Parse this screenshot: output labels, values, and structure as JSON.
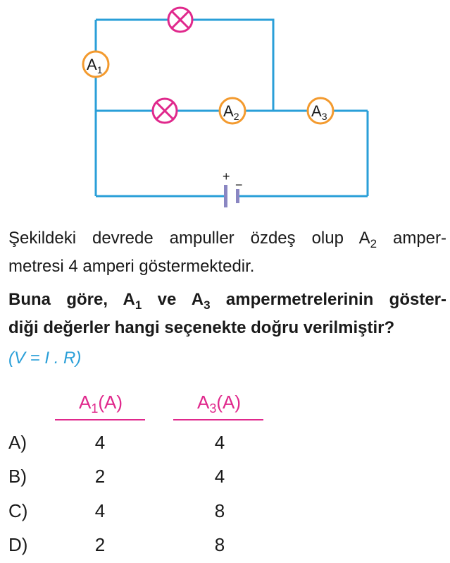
{
  "circuit": {
    "ammeters": [
      {
        "id": "A1",
        "letter": "A",
        "sub": "1"
      },
      {
        "id": "A2",
        "letter": "A",
        "sub": "2"
      },
      {
        "id": "A3",
        "letter": "A",
        "sub": "3"
      }
    ],
    "battery": {
      "plus_sign": "+",
      "minus_sign": "−"
    },
    "colors": {
      "wire": "#2a9fd8",
      "bulb": "#e0288c",
      "ammeter": "#f39a2e"
    }
  },
  "intro": {
    "line1_before": "Şekildeki devrede ampuller özdeş olup ",
    "meter_letter": "A",
    "meter_sub": "2",
    "line1_after": " amper-",
    "line2": "metresi 4 amperi göstermektedir."
  },
  "question": {
    "part1": "Buna göre, ",
    "m1_letter": "A",
    "m1_sub": "1",
    "part2": " ve ",
    "m3_letter": "A",
    "m3_sub": "3",
    "part3": " ampermetrelerinin göster-",
    "line2": "diği değerler hangi seçenekte doğru verilmiştir?"
  },
  "formula": "(V = I . R)",
  "table": {
    "col1": {
      "letter": "A",
      "sub": "1",
      "unit": "(A)"
    },
    "col2": {
      "letter": "A",
      "sub": "3",
      "unit": "(A)"
    },
    "options": [
      {
        "letter": "A)",
        "a1": "4",
        "a3": "4"
      },
      {
        "letter": "B)",
        "a1": "2",
        "a3": "4"
      },
      {
        "letter": "C)",
        "a1": "4",
        "a3": "8"
      },
      {
        "letter": "D)",
        "a1": "2",
        "a3": "8"
      }
    ]
  }
}
